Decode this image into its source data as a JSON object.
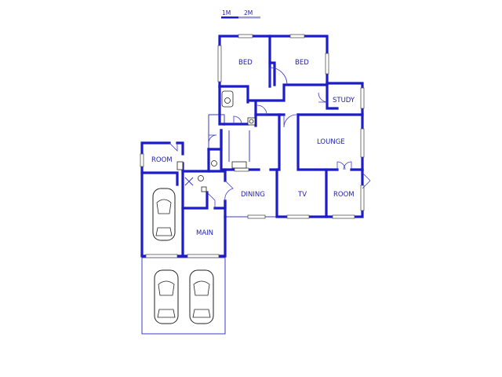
{
  "scale_bar": {
    "label_1": "1M",
    "label_2": "2M"
  },
  "rooms": {
    "bed_1": "BED",
    "bed_2": "BED",
    "study": "STUDY",
    "lounge": "LOUNGE",
    "room_left": "ROOM",
    "dining": "DINING",
    "tv": "TV",
    "room_right": "ROOM",
    "main": "MAIN"
  },
  "colors": {
    "wall": "#1c1cc8",
    "label": "#1f1fa8",
    "background": "#ffffff"
  }
}
